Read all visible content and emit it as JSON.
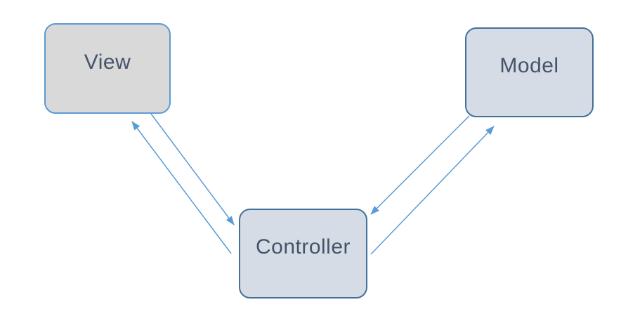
{
  "diagram": {
    "type": "mvc-architecture",
    "background_color": "#ffffff",
    "nodes": [
      {
        "id": "view",
        "label": "View",
        "fill": "#d9d9d9",
        "border_color": "#5b9bd5"
      },
      {
        "id": "model",
        "label": "Model",
        "fill": "#d6dce5",
        "border_color": "#41719c"
      },
      {
        "id": "controller",
        "label": "Controller",
        "fill": "#d6dce5",
        "border_color": "#41719c"
      }
    ],
    "edges": [
      {
        "from": "view",
        "to": "controller",
        "style": "arrow"
      },
      {
        "from": "controller",
        "to": "view",
        "style": "arrow"
      },
      {
        "from": "model",
        "to": "controller",
        "style": "arrow"
      },
      {
        "from": "controller",
        "to": "model",
        "style": "arrow"
      }
    ],
    "colors": {
      "arrow": "#5b9bd5",
      "text": "#44546a"
    }
  }
}
